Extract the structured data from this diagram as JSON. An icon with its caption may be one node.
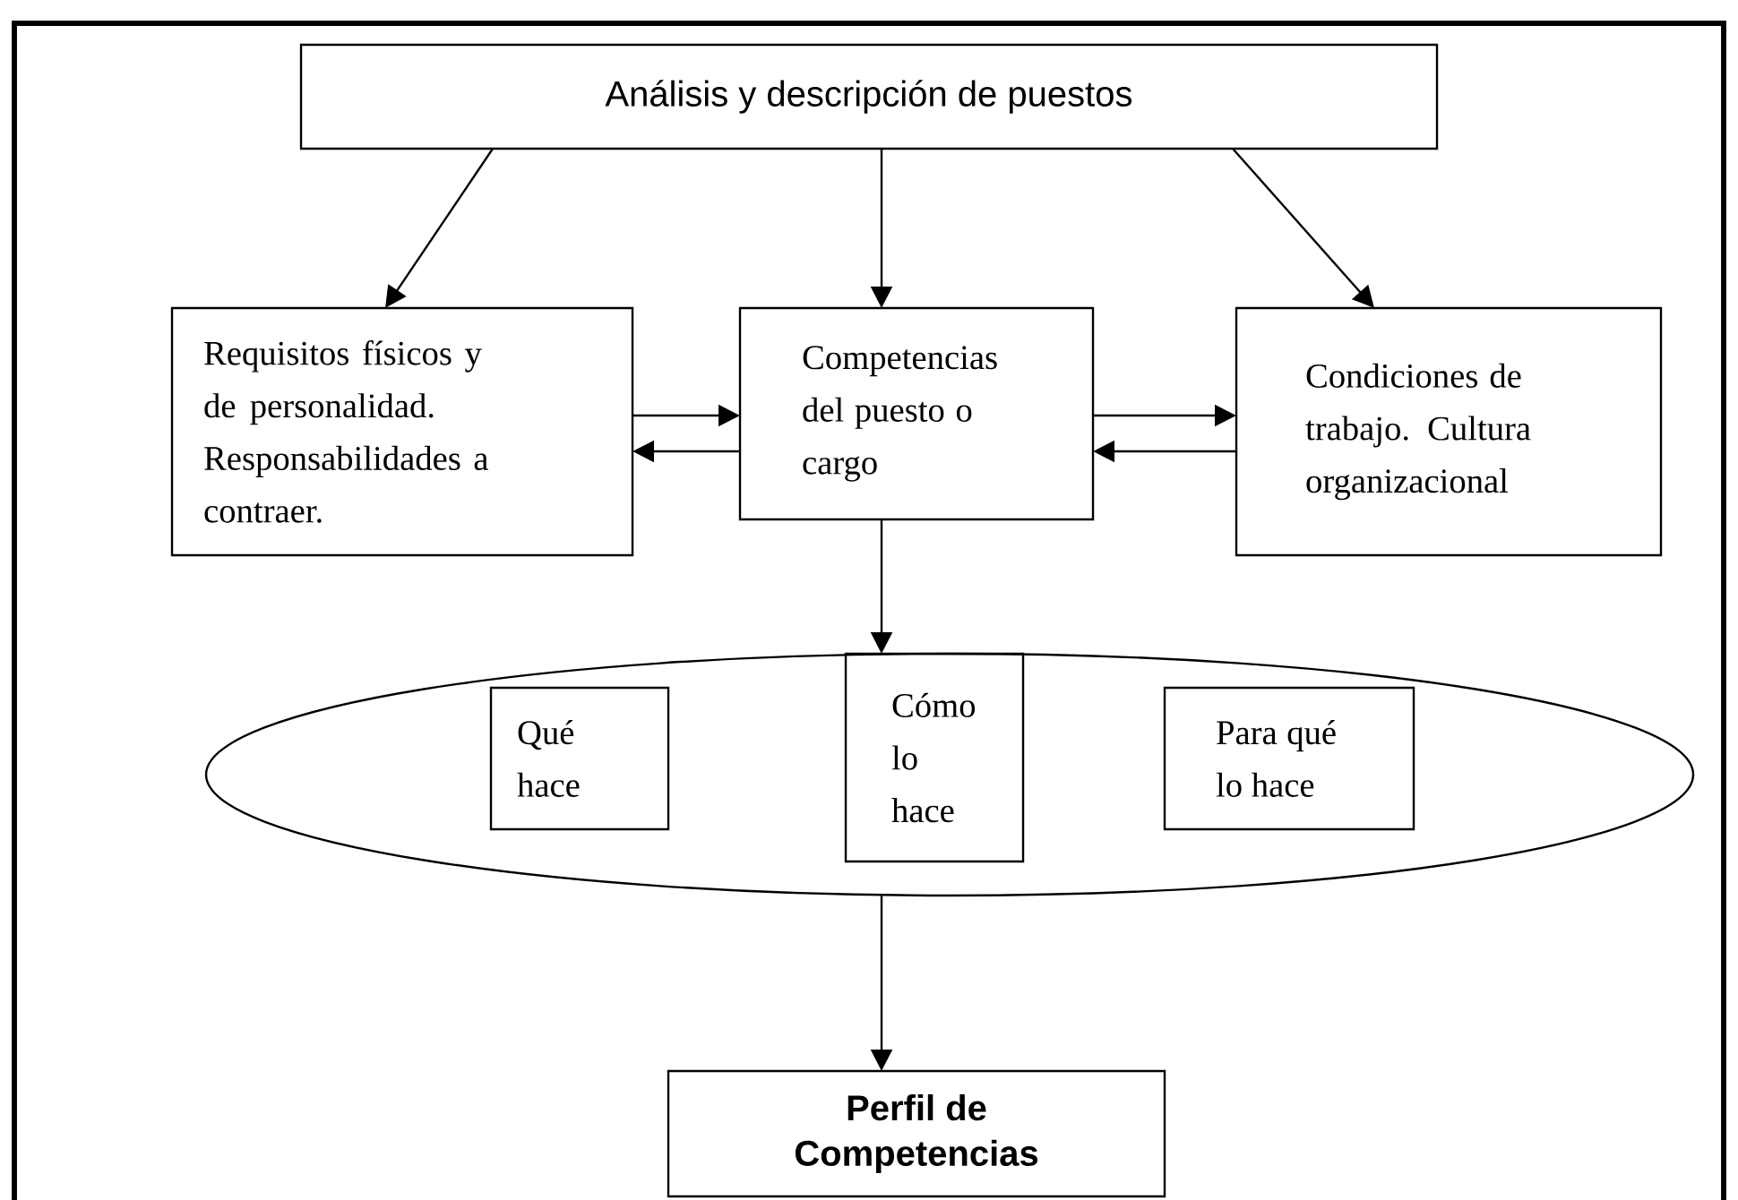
{
  "diagram": {
    "nodes": [
      {
        "text": [
          "Análisis y descripción de puestos"
        ]
      },
      {
        "text": [
          "Requisitos físicos y de personalidad. Responsabilidades a contraer."
        ]
      },
      {
        "text": [
          "Competencias del puesto o cargo"
        ]
      },
      {
        "text": [
          "Condiciones de trabajo. Cultura organizacional"
        ]
      },
      {
        "text": [],
        "shape": "ellipse"
      },
      {
        "text": [
          "Qué hace"
        ],
        "in": 4
      },
      {
        "text": [
          "Cómo lo hace"
        ],
        "in": 4
      },
      {
        "text": [
          "Para qué lo hace"
        ],
        "in": 4
      },
      {
        "text": [
          "Perfil de Competencias"
        ]
      }
    ],
    "edges": [
      {
        "from": 0,
        "to": 1,
        "arrow": "to"
      },
      {
        "from": 0,
        "to": 2,
        "arrow": "to"
      },
      {
        "from": 0,
        "to": 3,
        "arrow": "to"
      },
      {
        "from": 1,
        "to": 2,
        "arrow": "to"
      },
      {
        "from": 2,
        "to": 1,
        "arrow": "to"
      },
      {
        "from": 2,
        "to": 3,
        "arrow": "to"
      },
      {
        "from": 3,
        "to": 2,
        "arrow": "to"
      },
      {
        "from": 2,
        "to": 4,
        "arrow": "to"
      },
      {
        "from": 4,
        "to": 8,
        "arrow": "to"
      }
    ]
  }
}
